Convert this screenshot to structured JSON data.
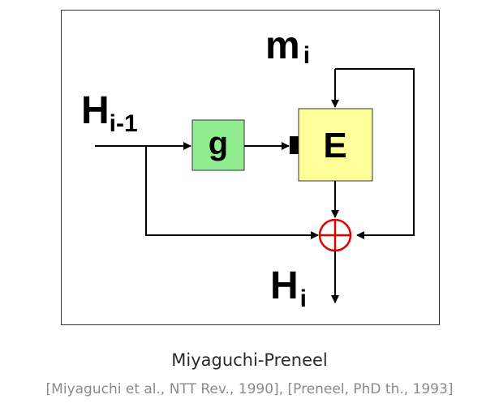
{
  "diagram": {
    "input_hash": {
      "base": "H",
      "sub": "i-1"
    },
    "message": {
      "base": "m",
      "sub": "i"
    },
    "output_hash": {
      "base": "H",
      "sub": "i"
    },
    "g_block": {
      "label": "g",
      "fill": "#90ee90"
    },
    "e_block": {
      "label": "E",
      "fill": "#ffff99"
    },
    "xor_color": "#e00000"
  },
  "caption": {
    "title": "Miyaguchi-Preneel",
    "refs": "[Miyaguchi et al., NTT Rev., 1990], [Preneel, PhD th., 1993]"
  }
}
